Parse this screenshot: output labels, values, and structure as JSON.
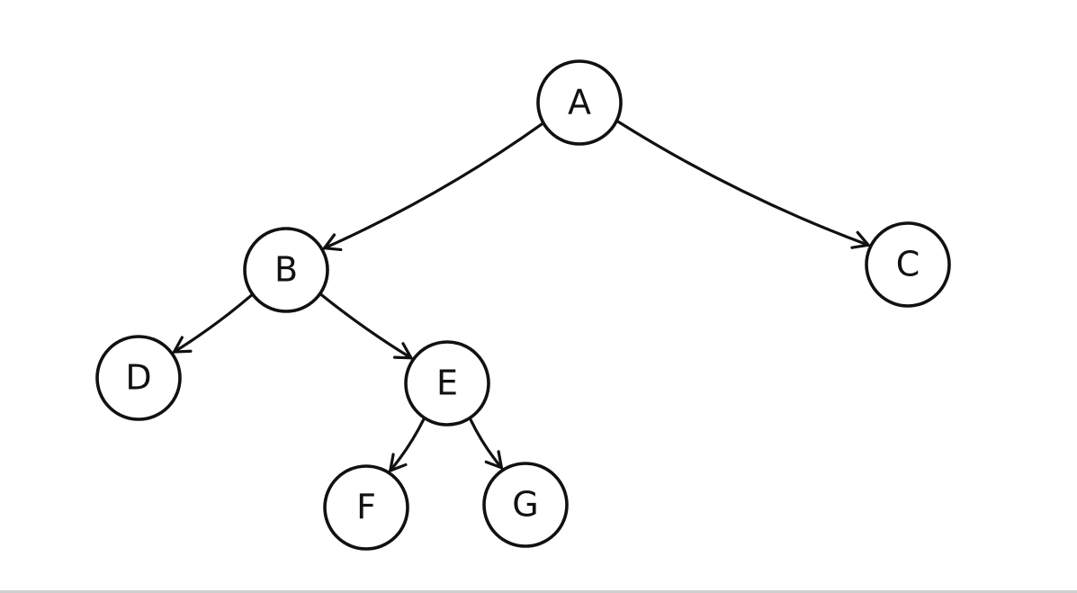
{
  "diagram": {
    "type": "binary-tree",
    "nodes": [
      {
        "id": "A",
        "label": "A"
      },
      {
        "id": "B",
        "label": "B"
      },
      {
        "id": "C",
        "label": "C"
      },
      {
        "id": "D",
        "label": "D"
      },
      {
        "id": "E",
        "label": "E"
      },
      {
        "id": "F",
        "label": "F"
      },
      {
        "id": "G",
        "label": "G"
      }
    ],
    "edges": [
      {
        "from": "A",
        "to": "B"
      },
      {
        "from": "A",
        "to": "C"
      },
      {
        "from": "B",
        "to": "D"
      },
      {
        "from": "B",
        "to": "E"
      },
      {
        "from": "E",
        "to": "F"
      },
      {
        "from": "E",
        "to": "G"
      }
    ],
    "stroke_color": "#111111",
    "fill_color": "#ffffff"
  }
}
